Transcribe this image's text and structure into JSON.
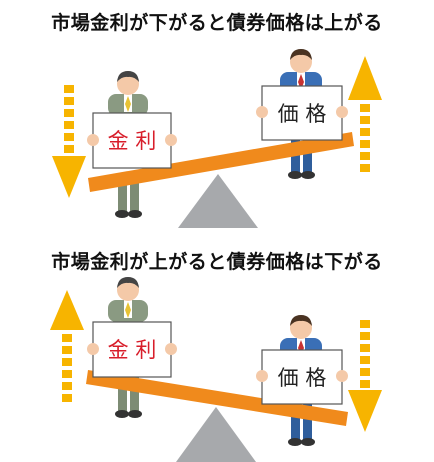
{
  "panels": [
    {
      "heading": "市場金利が下がると債券価格は上がる",
      "left_sign": "金 利",
      "right_sign": "価 格",
      "left_arrow": "down",
      "right_arrow": "up",
      "low_side": "left"
    },
    {
      "heading": "市場金利が上がると債券価格は下がる",
      "left_sign": "金 利",
      "right_sign": "価 格",
      "left_arrow": "up",
      "right_arrow": "down",
      "low_side": "right"
    }
  ],
  "colors": {
    "arrow": "#f7b400",
    "seesaw_beam": "#f08a1c",
    "fulcrum": "#a7a9ac",
    "rate_text": "#d81e2b",
    "price_text": "#222222",
    "left_suit": "#8a9a82",
    "right_suit": "#3a6fb6"
  }
}
